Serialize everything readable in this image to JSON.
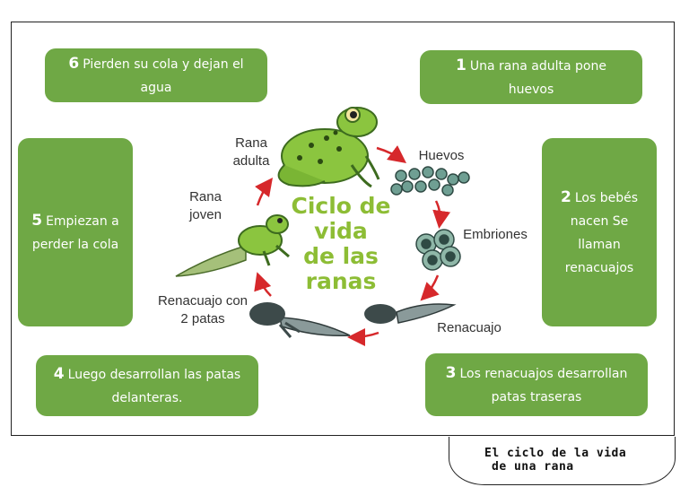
{
  "steps": {
    "s1": {
      "num": "1",
      "text": "Una rana adulta pone huevos"
    },
    "s2": {
      "num": "2",
      "text": "Los bebés nacen Se llaman renacuajos"
    },
    "s3": {
      "num": "3",
      "text": "Los renacuajos desarrollan patas traseras"
    },
    "s4": {
      "num": "4",
      "text": "Luego desarrollan las patas delanteras."
    },
    "s5": {
      "num": "5",
      "text": "Empiezan a perder la cola"
    },
    "s6": {
      "num": "6",
      "text": "Pierden su cola y dejan el agua"
    }
  },
  "diagram": {
    "title_lines": [
      "Ciclo de",
      "vida",
      "de las",
      "ranas"
    ],
    "labels": {
      "adult": "Rana adulta",
      "eggs": "Huevos",
      "embryos": "Embriones",
      "tadpole": "Renacuajo",
      "two_legs": "Renacuajo con 2 patas",
      "young": "Rana joven"
    },
    "colors": {
      "box": "#6fa845",
      "title": "#8dbd35",
      "arrow": "#d6282b",
      "frog": "#8bc53f"
    }
  },
  "footer": {
    "line1": "El ciclo de la vida",
    "line2": "de una rana"
  }
}
